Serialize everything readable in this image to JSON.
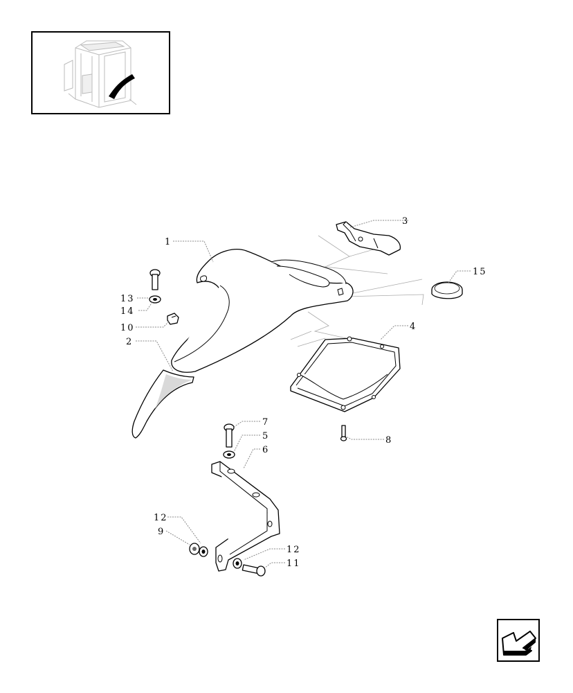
{
  "callouts": {
    "c1": "1",
    "c2": "2",
    "c3": "3",
    "c4": "4",
    "c5": "5",
    "c6": "6",
    "c7": "7",
    "c8": "8",
    "c9": "9",
    "c10": "10",
    "c11": "11",
    "c12a": "12",
    "c12b": "12",
    "c13": "13",
    "c14": "14",
    "c15": "15"
  },
  "icons": {
    "thumbnail": "tractor-cab-location-thumbnail",
    "navigation": "return-arrow-icon"
  }
}
